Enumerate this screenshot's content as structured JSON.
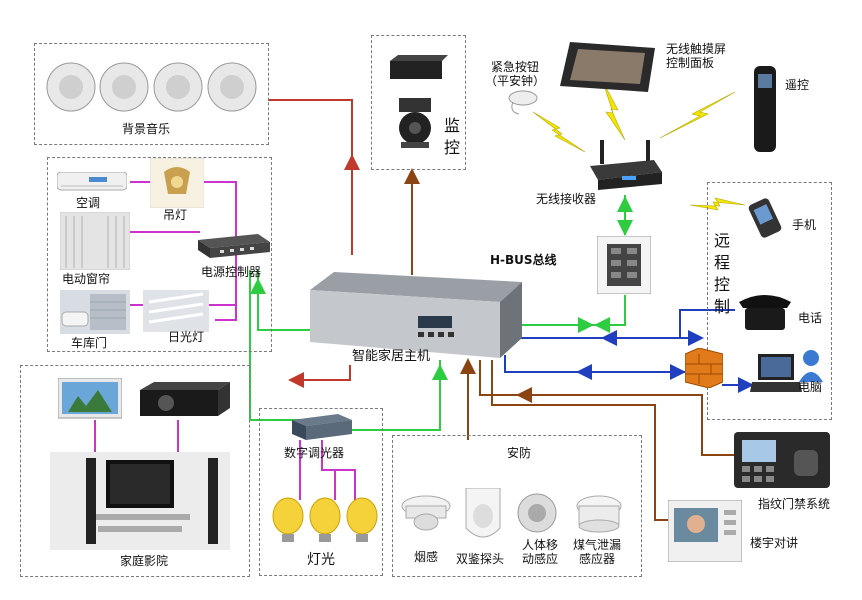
{
  "labels": {
    "bg_music": "背景音乐",
    "monitor": "监控",
    "panic_button": "紧急按钮\n（平安钟）",
    "touch_panel": "无线触摸屏\n控制面板",
    "remote": "遥控",
    "wireless_receiver": "无线接收器",
    "remote_control": "远程控制",
    "phone_mobile": "手机",
    "telephone": "电话",
    "computer": "电脑",
    "hbus": "H-BUS总线",
    "air_conditioner": "空调",
    "chandelier": "吊灯",
    "curtain": "电动窗帘",
    "power_controller": "电源控制器",
    "garage_door": "车库门",
    "fluorescent": "日光灯",
    "host": "智能家居主机",
    "home_theater": "家庭影院",
    "dimmer": "数字调光器",
    "lighting": "灯光",
    "security": "安防",
    "smoke": "烟感",
    "dual_detector": "双鉴探头",
    "motion": "人体移\n动感应",
    "gas": "煤气泄漏\n感应器",
    "access_control": "指纹门禁系统",
    "intercom": "楼宇对讲"
  },
  "colors": {
    "red": "#c0392b",
    "brown": "#8b4513",
    "green": "#2ecc40",
    "blue": "#1f3fbf",
    "magenta": "#cc33cc",
    "yellow": "#f2e600"
  }
}
